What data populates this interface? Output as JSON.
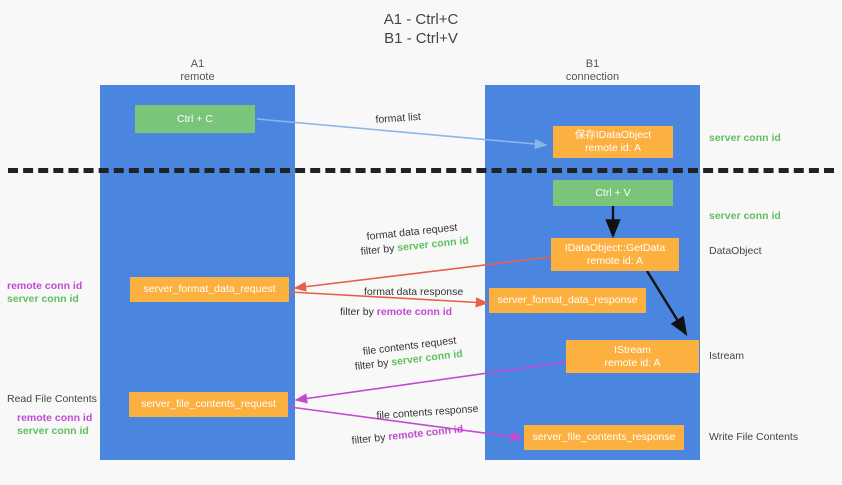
{
  "title": {
    "line1": "A1 - Ctrl+C",
    "line2": "B1 - Ctrl+V"
  },
  "lanes": [
    {
      "name": "A1",
      "sub": "remote"
    },
    {
      "name": "B1",
      "sub": "connection"
    }
  ],
  "boxes": {
    "ctrl_c": {
      "label": "Ctrl + C"
    },
    "ctrl_v": {
      "label": "Ctrl + V"
    },
    "save_dataobject": {
      "line1": "保存IDataObject",
      "line2": "remote id: A"
    },
    "getdata": {
      "line1": "IDataObject::GetData",
      "line2": "remote id: A"
    },
    "istream": {
      "line1": "IStream",
      "line2": "remote id: A"
    },
    "server_format_data_request": {
      "label": "server_format_data_request"
    },
    "server_format_data_response": {
      "label": "server_format_data_response"
    },
    "server_file_contents_request": {
      "label": "server_file_contents_request"
    },
    "server_file_contents_response": {
      "label": "server_file_contents_response"
    }
  },
  "right_labels": {
    "server_conn_id_top": "server conn id",
    "server_conn_id_mid": "server conn id",
    "dataobject": "DataObject",
    "istream": "Istream",
    "write_file_contents": "Write File Contents"
  },
  "left_labels": {
    "remote_conn_id_1": "remote conn id",
    "server_conn_id_1": "server conn id",
    "read_file_contents": "Read File Contents",
    "remote_conn_id_2": "remote conn id",
    "server_conn_id_2": "server conn id"
  },
  "edges": {
    "format_list": "format list",
    "format_data_request": "format data request",
    "filter_by_prefix": "filter by ",
    "filter_server_conn_id": "server conn id",
    "format_data_response": "format data response",
    "filter_remote_conn_id": "remote conn id",
    "file_contents_request": "file contents request",
    "file_contents_response": "file contents response"
  },
  "colors": {
    "lane": "#4a86e0",
    "green_box": "#7ac57a",
    "orange_box": "#fcb040",
    "green_text": "#5fbf5f",
    "magenta_text": "#c04bd0",
    "blue_arrow": "#8ab6e8",
    "red_arrow": "#e8604c",
    "magenta_arrow": "#c04bd0",
    "black_arrow": "#111111"
  }
}
